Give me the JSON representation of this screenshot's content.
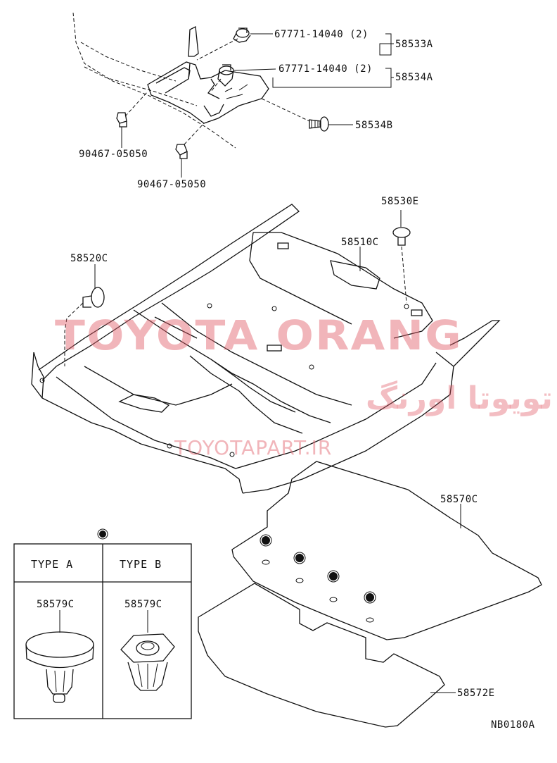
{
  "parts": {
    "p58533a": "58533A",
    "p58534a": "58534A",
    "clip_upper": "67771-14040 (2)",
    "clip_lower": "67771-14040 (2)",
    "p58534b": "58534B",
    "bolt_left": "90467-05050",
    "bolt_center": "90467-05050",
    "p58530e": "58530E",
    "p58510c": "58510C",
    "p58520c": "58520C",
    "p58570c": "58570C",
    "p58572e": "58572E"
  },
  "legend": {
    "type_a_label": "TYPE A",
    "type_b_label": "TYPE B",
    "type_a_part": "58579C",
    "type_b_part": "58579C"
  },
  "watermark": {
    "line1": "TOYOTA ORANG",
    "line2": "تویوتا اورنگ",
    "line3": "TOYOTAPART.IR"
  },
  "diagram_code": "NB0180A"
}
